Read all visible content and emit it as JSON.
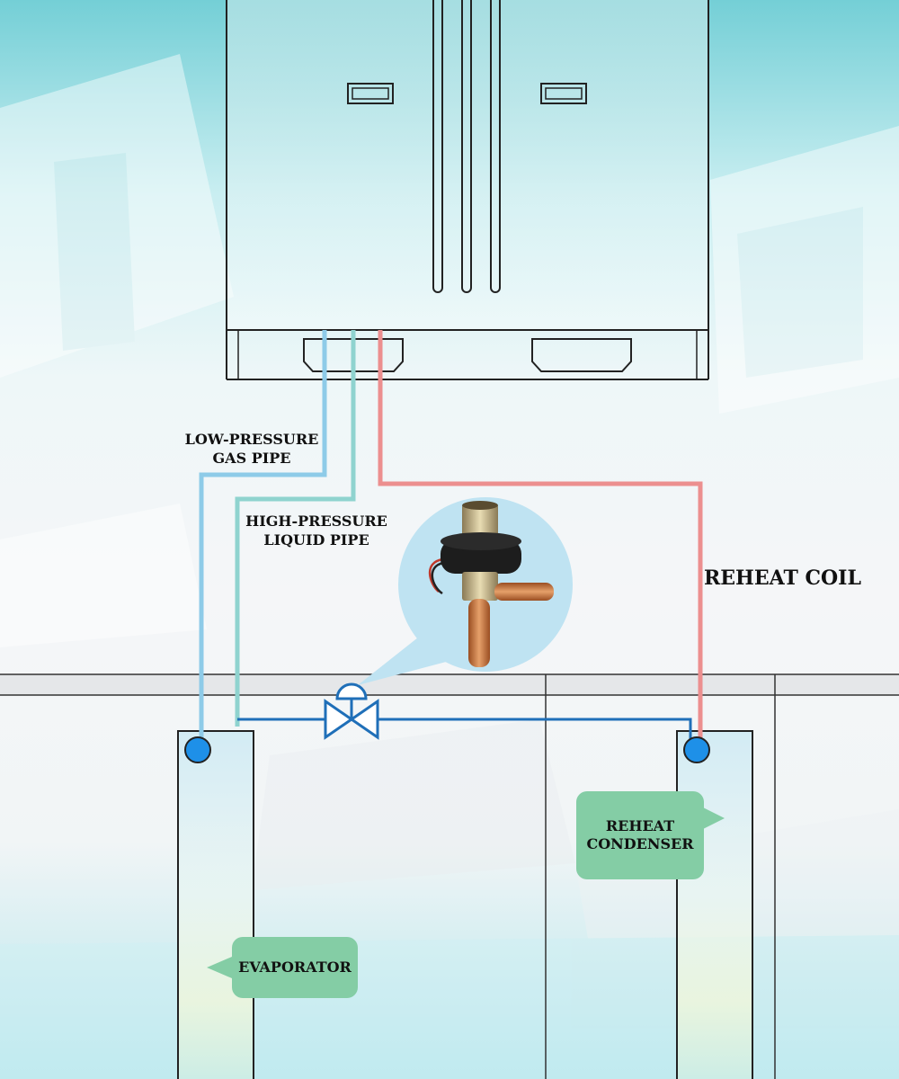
{
  "colors": {
    "low_pressure_pipe": "#8ecbe8",
    "high_pressure_pipe": "#8fd3cf",
    "reheat_pipe": "#ec8f8f",
    "valve_line": "#1f6fb8",
    "port": "#1e90e8",
    "callout": "#84cda5",
    "bubble": "#bfe3f2"
  },
  "labels": {
    "low_pressure": [
      "LOW-PRESSURE",
      "GAS PIPE"
    ],
    "high_pressure": [
      "HIGH-PRESSURE",
      "LIQUID PIPE"
    ],
    "reheat_coil": "REHEAT COIL",
    "evaporator": "EVAPORATOR",
    "reheat_condenser": [
      "REHEAT",
      "CONDENSER"
    ]
  },
  "icons": {
    "unit": "air-conditioning-unit-icon",
    "valve": "expansion-valve-icon",
    "valve_photo": "solenoid-valve-photo-icon"
  }
}
